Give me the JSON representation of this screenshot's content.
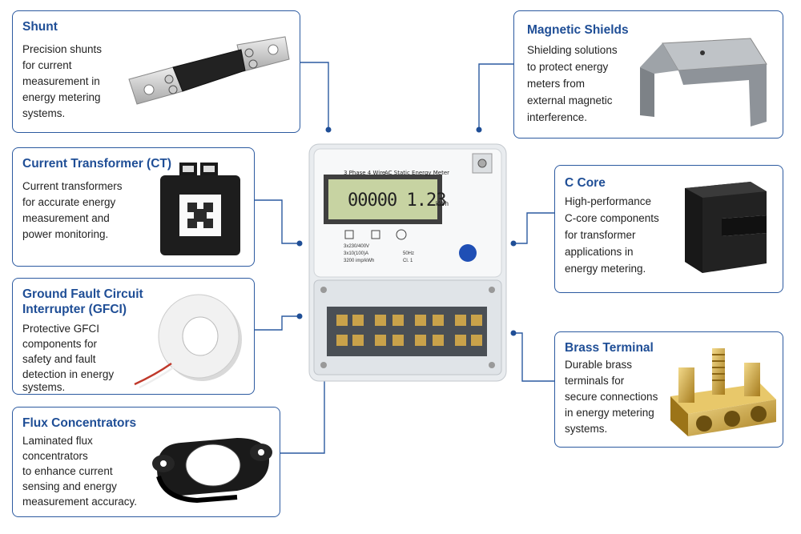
{
  "cards": {
    "shunt": {
      "title": "Shunt",
      "lines": [
        "Precision shunts",
        "for current",
        "measurement in",
        "energy metering",
        "systems."
      ]
    },
    "ct": {
      "title": "Current Transformer (CT)",
      "lines": [
        "Current transformers",
        "for accurate energy",
        "measurement and",
        "power monitoring."
      ]
    },
    "gfci": {
      "title_lines": [
        "Ground Fault Circuit",
        "Interrupter (GFCI)"
      ],
      "lines": [
        "Protective GFCI",
        "components for",
        "safety and fault",
        "detection in energy",
        "systems."
      ]
    },
    "flux": {
      "title": "Flux Concentrators",
      "lines": [
        "Laminated flux",
        "concentrators",
        "to enhance current",
        "sensing and energy",
        "measurement accuracy."
      ]
    },
    "magnetic": {
      "title": "Magnetic Shields",
      "lines": [
        "Shielding solutions",
        "to protect energy",
        "meters from",
        "external magnetic",
        "interference."
      ]
    },
    "ccore": {
      "title": "C Core",
      "lines": [
        "High-performance",
        "C-core components",
        "for transformer",
        "applications in",
        "energy metering."
      ]
    },
    "brass": {
      "title": "Brass Terminal",
      "lines": [
        "Durable brass",
        "terminals for",
        "secure connections",
        "in energy metering",
        "systems."
      ]
    }
  },
  "meter": {
    "label_left": "3 Phase 4 Wire",
    "label_right": "AC Static Energy Meter",
    "reading": "00000 1.23",
    "unit": "kWh",
    "spec1": "3x230/400V",
    "spec2": "3x10(100)A",
    "spec3": "3200 imp/kWh",
    "spec4": "50Hz",
    "spec5": "Cl. 1"
  },
  "colors": {
    "accent": "#1f4e96",
    "border": "#2c5aa0",
    "connector": "#2c5aa0"
  }
}
